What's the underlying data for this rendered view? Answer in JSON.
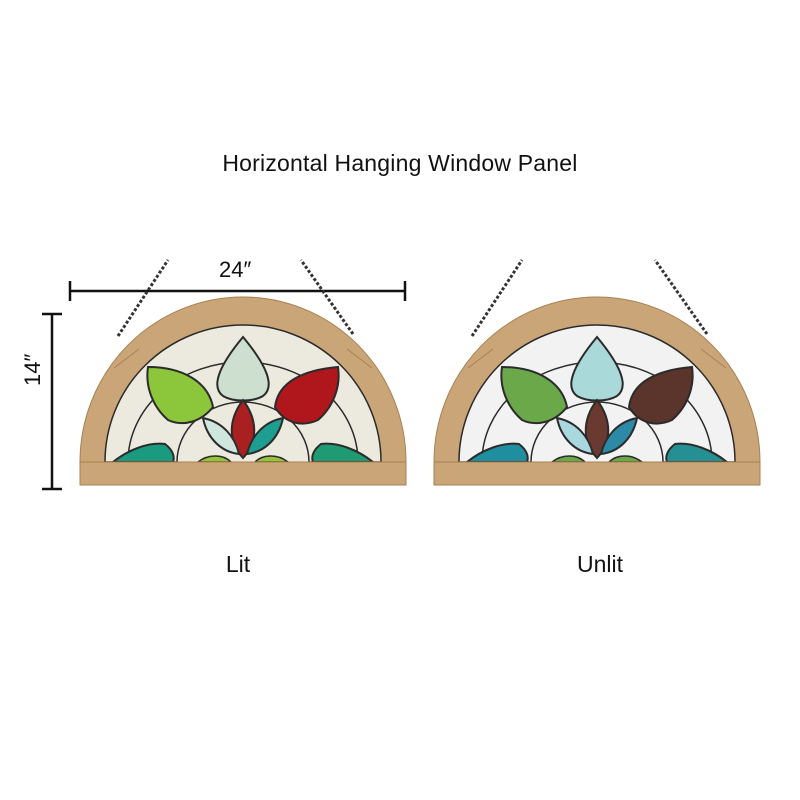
{
  "title": "Horizontal Hanging Window Panel",
  "dimensions": {
    "width": "24″",
    "height": "14″"
  },
  "panels": [
    {
      "caption": "Lit",
      "colors": {
        "glass_bg": "#ece9de",
        "top": "#cde0cf",
        "left": "#8cc63a",
        "right": "#b0171c",
        "center": "#a8201f",
        "small_left": "#cfe6de",
        "small_right": "#1e9d91",
        "bottom_left": "#1a9a7f",
        "bottom_right": "#1f9a72",
        "bottom_mid": "#95c43a"
      }
    },
    {
      "caption": "Unlit",
      "colors": {
        "glass_bg": "#f1f2f1",
        "top": "#a9d9d9",
        "left": "#6aa84a",
        "right": "#5b342b",
        "center": "#6a3a30",
        "small_left": "#a9d9df",
        "small_right": "#2c8aa6",
        "bottom_left": "#1f8fa0",
        "bottom_right": "#268f94",
        "bottom_mid": "#6aa84a"
      }
    }
  ],
  "frame_color": "#c9a577",
  "frame_edge": "#a98152",
  "lead_color": "#2b2b2b"
}
